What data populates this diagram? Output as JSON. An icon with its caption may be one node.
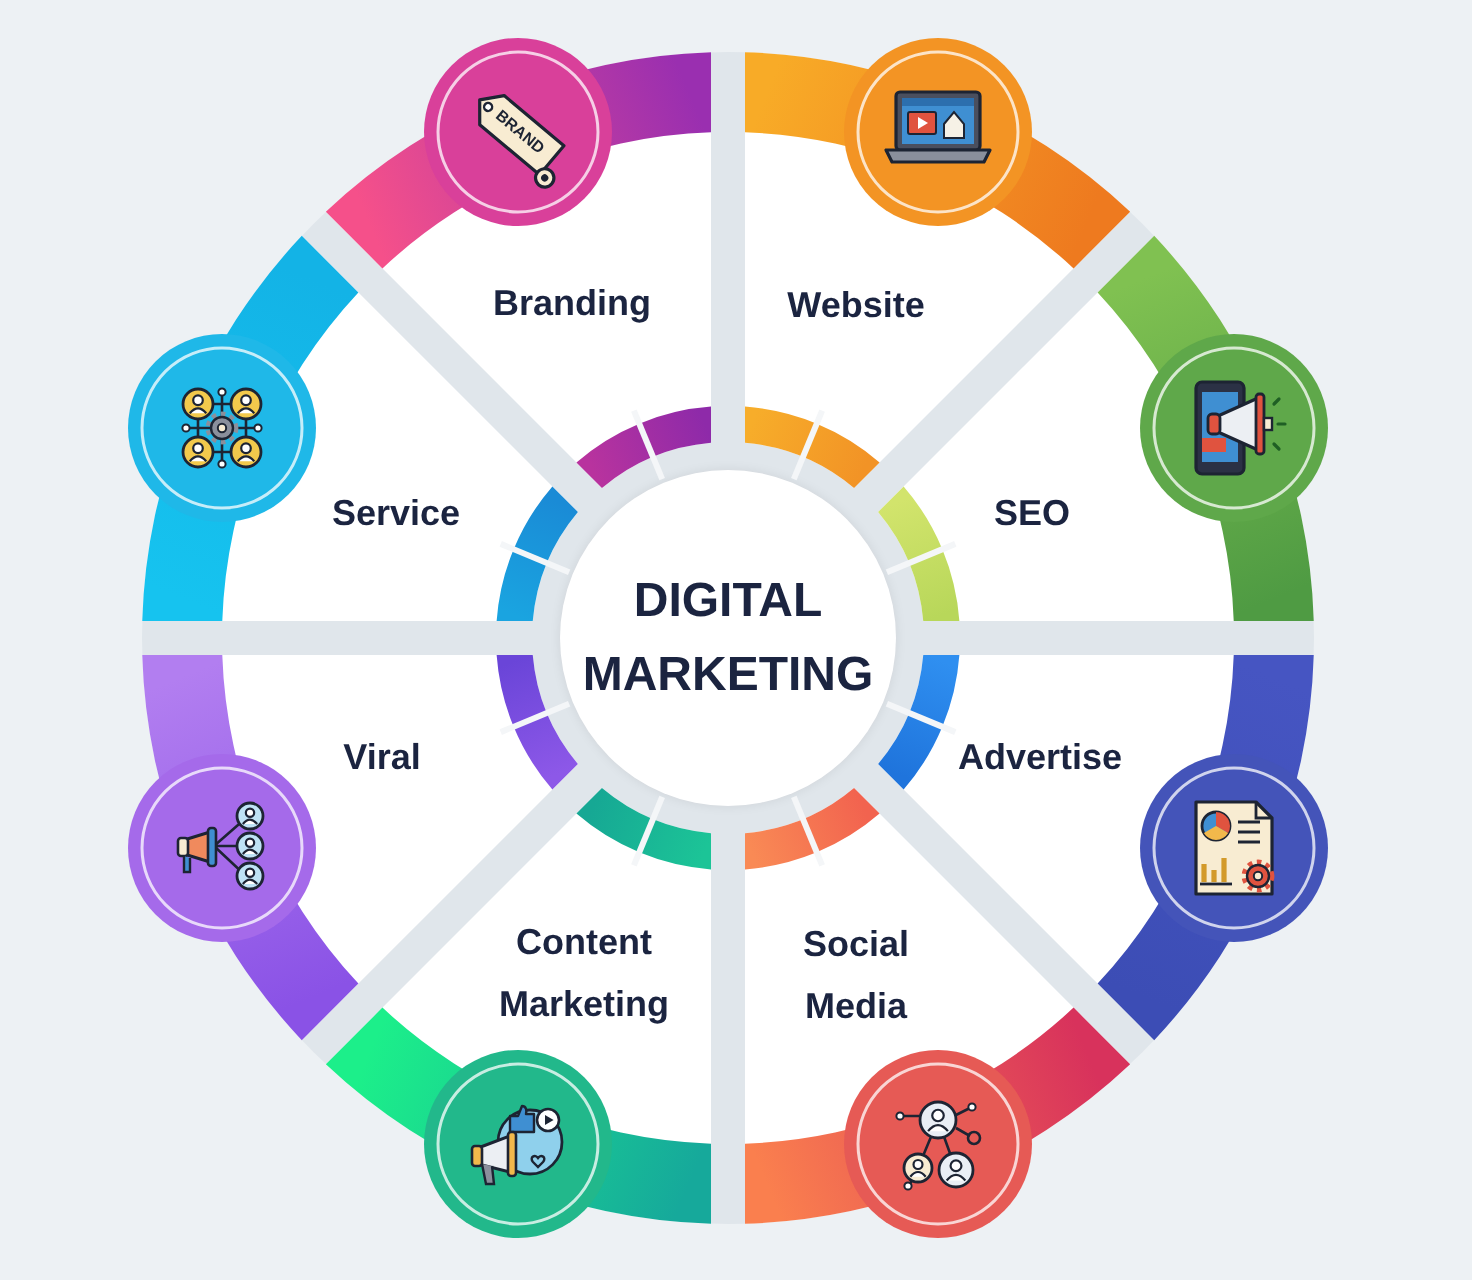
{
  "diagram": {
    "nodes": [
      {
        "text": [
          "DIGITAL MARKETING"
        ]
      },
      {
        "text": [
          "Branding"
        ]
      },
      {
        "text": [
          "Website"
        ]
      },
      {
        "text": [
          "SEO"
        ]
      },
      {
        "text": [
          "Advertise"
        ]
      },
      {
        "text": [
          "Social Media"
        ]
      },
      {
        "text": [
          "Content Marketing"
        ]
      },
      {
        "text": [
          "Viral"
        ]
      },
      {
        "text": [
          "Service"
        ]
      }
    ],
    "labels": [
      "BRAND"
    ]
  }
}
